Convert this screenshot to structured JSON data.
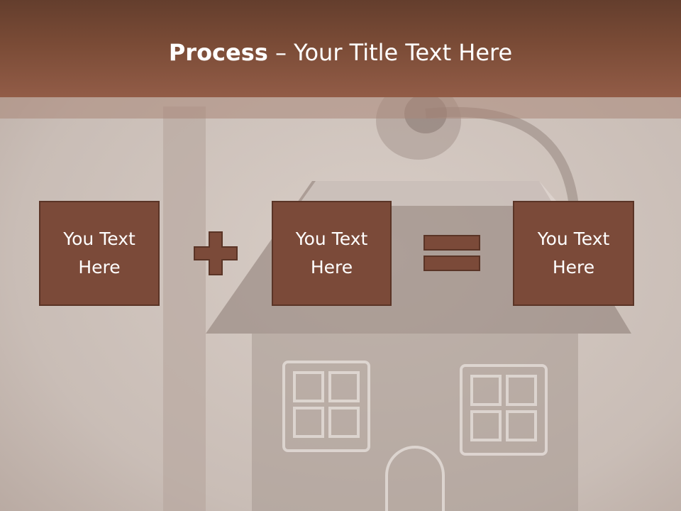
{
  "title": {
    "bold": "Process",
    "rest": " – Your Title Text Here"
  },
  "boxes": [
    {
      "line1": "You Text",
      "line2": "Here"
    },
    {
      "line1": "You Text",
      "line2": "Here"
    },
    {
      "line1": "You Text",
      "line2": "Here"
    }
  ],
  "operators": [
    "plus-icon",
    "equals-icon"
  ],
  "colors": {
    "header": "#7a4b36",
    "box_fill": "#7b4a39",
    "box_border": "#5a3426",
    "background": "#cdc2bb"
  }
}
